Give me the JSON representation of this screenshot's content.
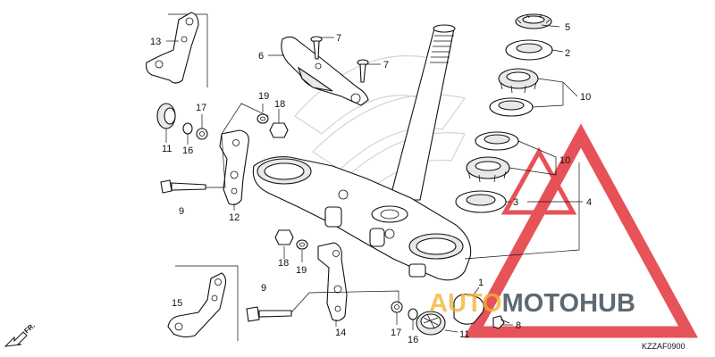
{
  "diagram": {
    "code": "KZZAF0900",
    "direction_label": "FR.",
    "callouts": {
      "c13": "13",
      "c6": "6",
      "c7a": "7",
      "c7b": "7",
      "c5": "5",
      "c2": "2",
      "c10a": "10",
      "c10b": "10",
      "c19a": "19",
      "c18a": "18",
      "c17a": "17",
      "c11a": "11",
      "c16a": "16",
      "c9a": "9",
      "c12": "12",
      "c3": "3",
      "c4": "4",
      "c18b": "18",
      "c19b": "19",
      "c9b": "9",
      "c15": "15",
      "c14": "14",
      "c17b": "17",
      "c16b": "16",
      "c11b": "11",
      "c8": "8",
      "c1": "1"
    }
  },
  "watermark": {
    "brand_part1": "AUTO",
    "brand_part2": "MOTOHUB",
    "colors": {
      "red": "#e0282e",
      "yellow": "#f2b233",
      "dark": "#33404a"
    }
  }
}
